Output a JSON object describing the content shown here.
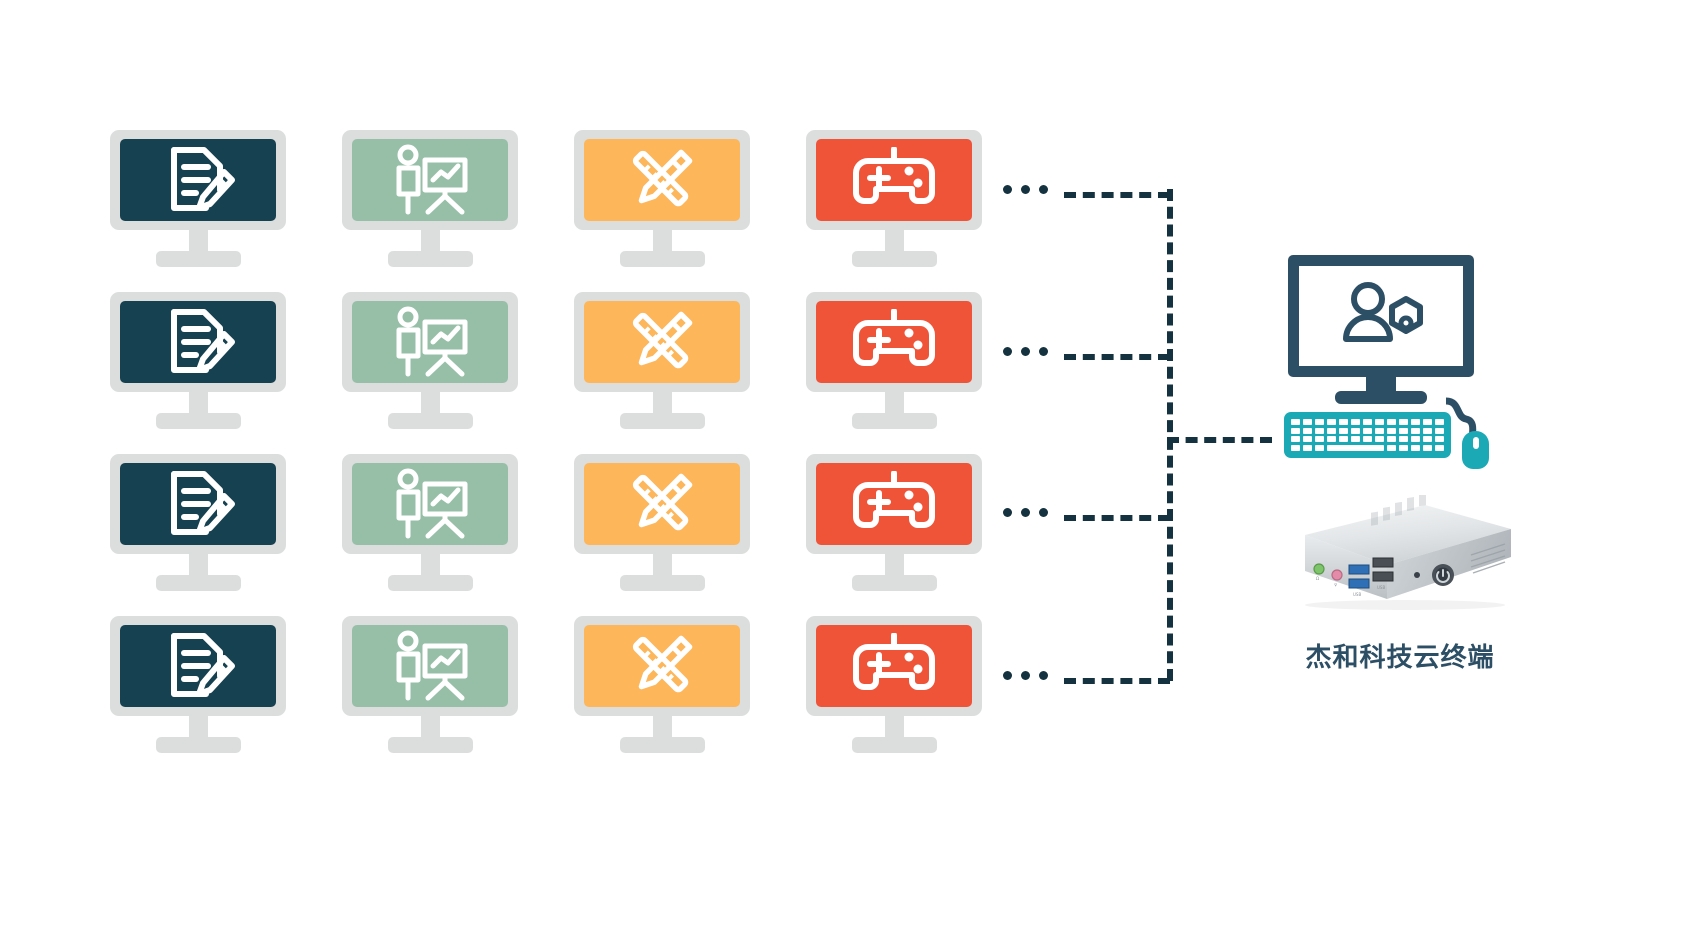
{
  "diagram": {
    "title": "杰和科技云终端",
    "type": "cloud-terminal-topology",
    "ellipsis_label": "…",
    "connector": {
      "color": "#14323f",
      "style": "dashed",
      "branch_count": 4
    }
  },
  "clients": {
    "rows": 4,
    "columns": 4,
    "column_types": [
      {
        "id": "document-editing",
        "icon": "document-edit-icon",
        "screen_color": "#164150",
        "label": "Document Editing"
      },
      {
        "id": "presentation-training",
        "icon": "presentation-board-icon",
        "screen_color": "#97bfa8",
        "label": "Presentation / Training"
      },
      {
        "id": "design-drafting",
        "icon": "pencil-ruler-icon",
        "screen_color": "#fdb659",
        "label": "Design / Drafting"
      },
      {
        "id": "gaming-entertainment",
        "icon": "gamepad-icon",
        "screen_color": "#ef5338",
        "label": "Gaming / Entertainment"
      }
    ],
    "bezel_color": "#dcdddd",
    "icon_color": "#ffffff"
  },
  "admin": {
    "monitor_icon": "user-settings-icon",
    "monitor_frame_color": "#2d4f66",
    "keyboard_color": "#1aa9b5",
    "mouse_color": "#1aa9b5",
    "cable_color": "#2d4f66",
    "key_color": "#ffffff"
  },
  "device": {
    "name": "杰和科技云终端",
    "form_factor": "mini-pc",
    "body_color": "#d9dcde",
    "top_color": "#eef0f1",
    "ports": [
      {
        "id": "audio-out",
        "label": "♪",
        "color": "#7ec46a"
      },
      {
        "id": "mic-in",
        "label": "♀",
        "color": "#e38ba8"
      },
      {
        "id": "usb-1",
        "label": "USB",
        "color": "#2f6fb5"
      },
      {
        "id": "usb-2",
        "label": "USB",
        "color": "#2f6fb5"
      },
      {
        "id": "usb-3",
        "label": "USB",
        "color": "#4a4f55"
      },
      {
        "id": "usb-4",
        "label": "USB",
        "color": "#4a4f55"
      },
      {
        "id": "reset",
        "label": "•",
        "color": "#4a4f55"
      },
      {
        "id": "power-button",
        "label": "⏻",
        "color": "#3a4a57"
      }
    ],
    "port_labels": [
      "Ω",
      "♀",
      "USB",
      "⦿"
    ]
  }
}
